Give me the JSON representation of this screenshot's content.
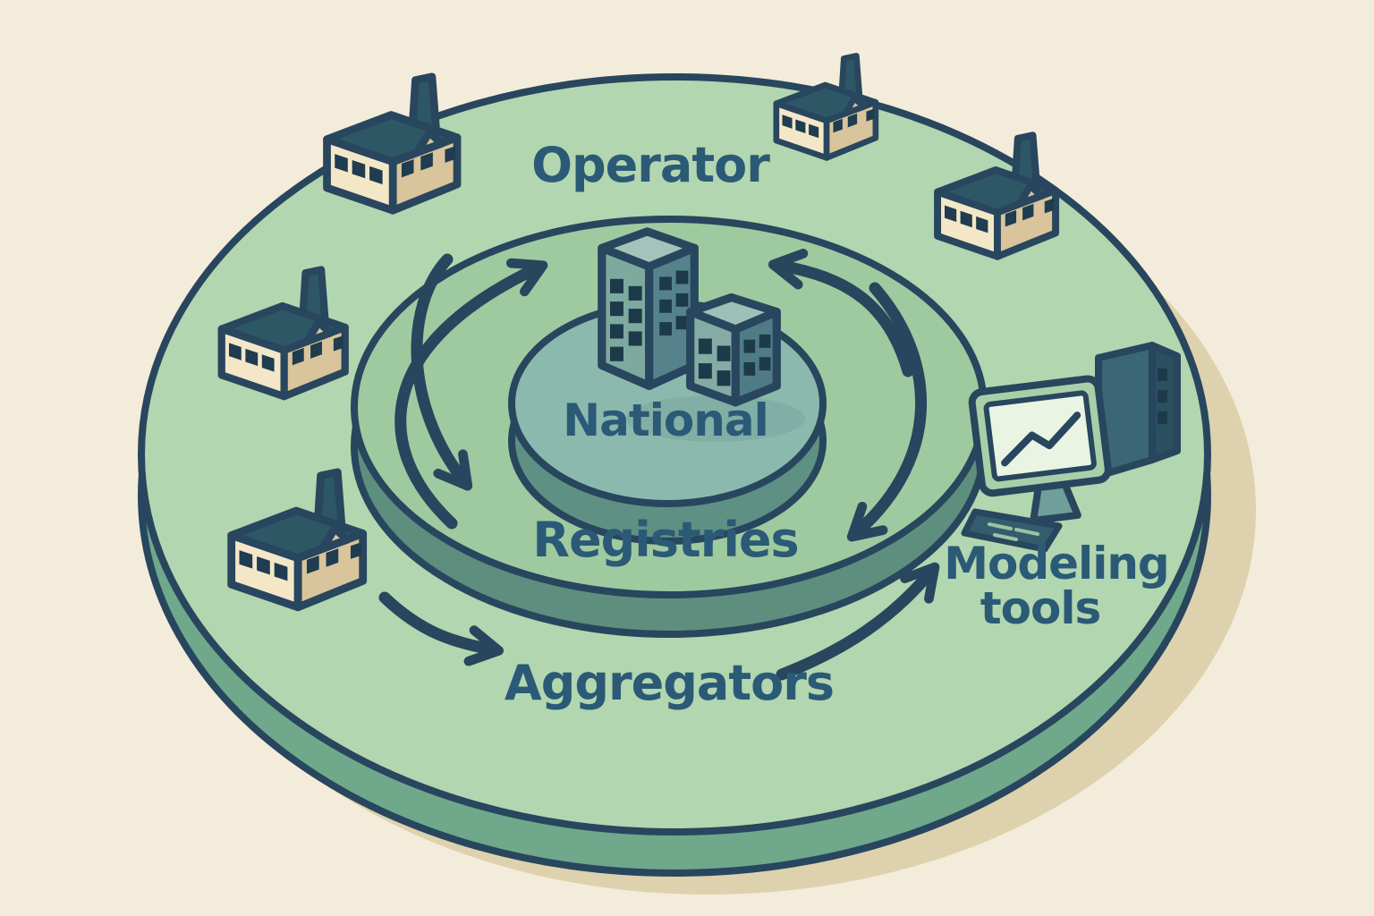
{
  "page": {
    "bg_color": "#f4ecda",
    "shadow_color": "#ded1ae"
  },
  "outline_color": "#28465e",
  "text_color": "#2b5a77",
  "labels": {
    "operator": "Operator",
    "national": "National",
    "registries": "Registries",
    "aggregators": "Aggregators",
    "modeling_line1": "Modeling",
    "modeling_line2": "tools"
  },
  "rings": {
    "outer": {
      "top_color": "#b2d6af",
      "side_color": "#6fa88b"
    },
    "middle": {
      "top_color": "#9fcaa0",
      "side_color": "#5d8e7e"
    },
    "inner": {
      "top_color": "#8cb9ae",
      "side_color": "#5e9083"
    }
  },
  "arrows": {
    "color": "#28465e",
    "count": 6
  },
  "icons": {
    "factory": {
      "name": "factory-icon",
      "count": 5,
      "wall_color": "#f3e7c8",
      "side_color": "#d9c49b",
      "roof_color": "#2e5766"
    },
    "buildings": {
      "name": "office-buildings-icon",
      "count": 1,
      "face_color": "#7ea99f"
    },
    "computer": {
      "name": "computer-workstation-icon",
      "count": 1,
      "screen_color": "#e9f4e3"
    }
  }
}
